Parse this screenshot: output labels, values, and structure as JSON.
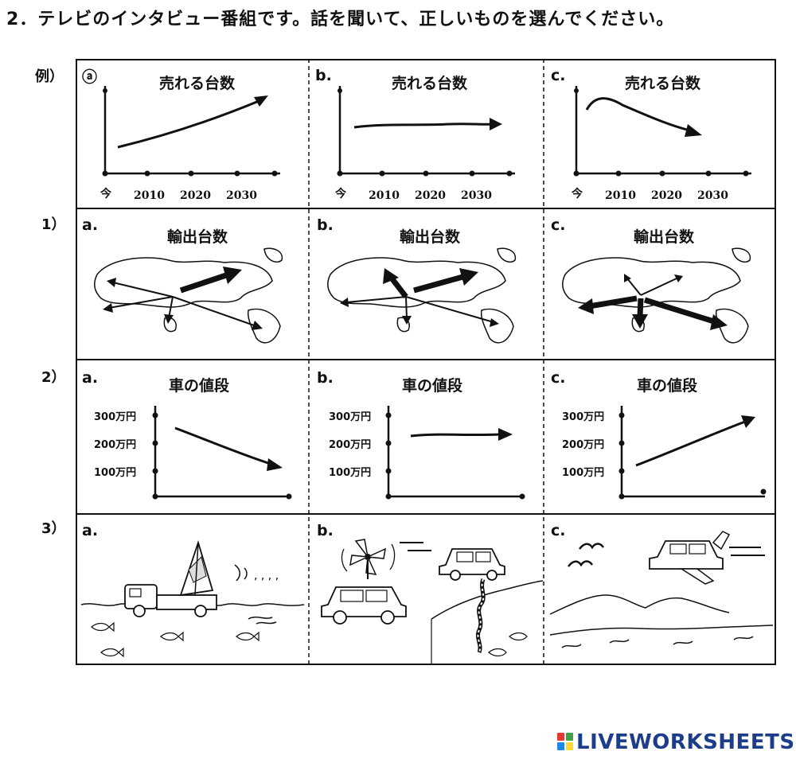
{
  "header": {
    "title": "2．テレビのインタビュー番組です。話を聞いて、正しいものを選んでください。"
  },
  "rows": {
    "example": "例）",
    "row1": "1）",
    "row2": "2）",
    "row3": "3）"
  },
  "example": {
    "cells": [
      {
        "label": "ⓐ",
        "title": "売れる台数"
      },
      {
        "label": "b.",
        "title": "売れる台数"
      },
      {
        "label": "c.",
        "title": "売れる台数"
      }
    ],
    "xticks": [
      "今",
      "2010",
      "2020",
      "2030"
    ]
  },
  "row1": {
    "cells": [
      {
        "label": "a.",
        "title": "輸出台数"
      },
      {
        "label": "b.",
        "title": "輸出台数"
      },
      {
        "label": "c.",
        "title": "輸出台数"
      }
    ]
  },
  "row2": {
    "cells": [
      {
        "label": "a.",
        "title": "車の値段"
      },
      {
        "label": "b.",
        "title": "車の値段"
      },
      {
        "label": "c.",
        "title": "車の値段"
      }
    ],
    "yticks": [
      "300万円",
      "200万円",
      "100万円"
    ]
  },
  "row3": {
    "cells": [
      {
        "label": "a."
      },
      {
        "label": "b."
      },
      {
        "label": "c."
      }
    ]
  },
  "footer": {
    "brand": "LIVEWORKSHEETS",
    "colors": [
      "#e53935",
      "#43a047",
      "#1e88e5",
      "#fdd835"
    ]
  }
}
